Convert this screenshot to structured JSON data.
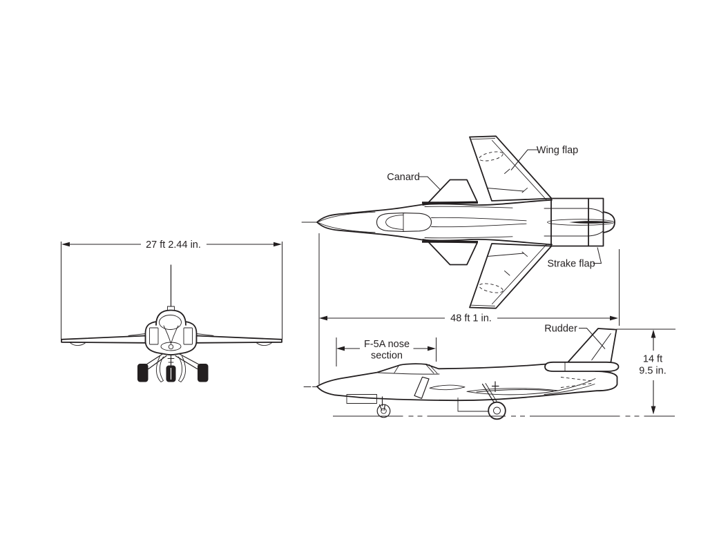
{
  "colors": {
    "line": "#231f20",
    "background": "#ffffff"
  },
  "front_view": {
    "wingspan_dimension": "27 ft 2.44 in."
  },
  "top_view": {
    "canard_label": "Canard",
    "wing_flap_label": "Wing flap",
    "strake_flap_label": "Strake flap",
    "length_dimension": "48 ft 1 in."
  },
  "side_view": {
    "rudder_label": "Rudder",
    "nose_section_line1": "F-5A nose",
    "nose_section_line2": "section",
    "height_line1": "14 ft",
    "height_line2": "9.5 in."
  }
}
